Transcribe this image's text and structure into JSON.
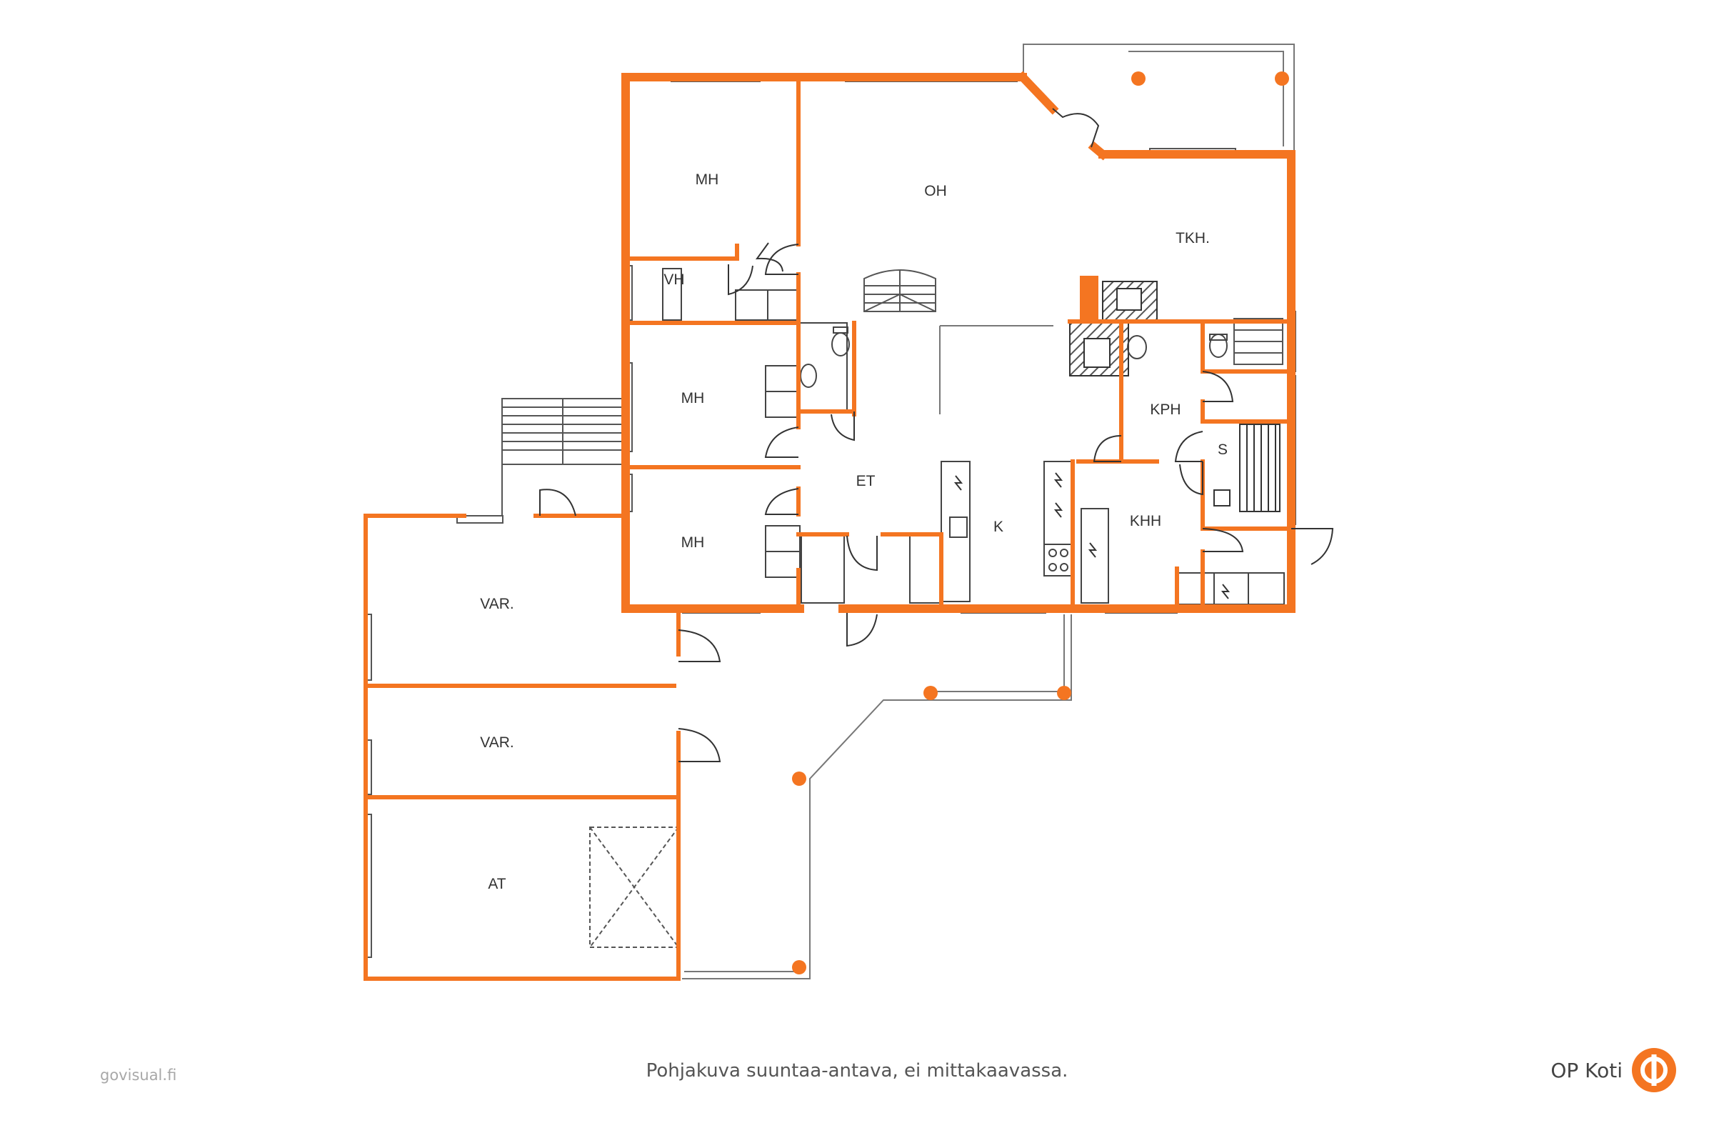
{
  "colors": {
    "wall": "#f47521",
    "line": "#333333",
    "hatch": "#555555",
    "muted": "#a8a8a8",
    "light_fill": "#f7c9a8"
  },
  "rooms": {
    "mh_top": "MH",
    "oh": "OH",
    "tkh": "TKH.",
    "vh": "VH",
    "mh_middle": "MH",
    "kph": "KPH",
    "s": "S",
    "et": "ET",
    "k": "K",
    "khh": "KHH",
    "mh_lower": "MH",
    "var_1": "VAR.",
    "var_2": "VAR.",
    "at": "AT"
  },
  "footer": {
    "credit": "govisual.fi",
    "disclaimer": "Pohjakuva suuntaa-antava, ei mittakaavassa.",
    "brand": "OP Koti",
    "brand_icon": "op-logo-icon"
  }
}
